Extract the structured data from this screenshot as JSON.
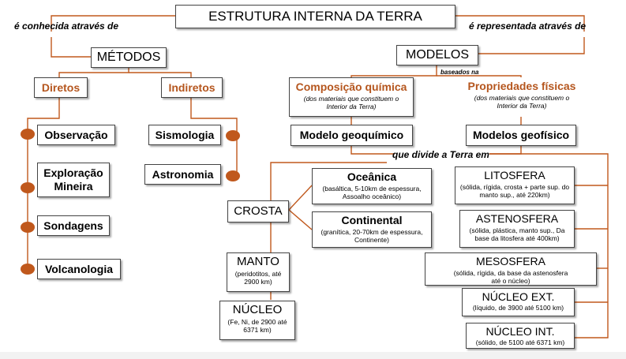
{
  "title": "ESTRUTURA INTERNA DA TERRA",
  "left_link": "é conhecida através de",
  "right_link": "é representada através de",
  "metodos": {
    "label": "MÉTODOS",
    "diretos": "Diretos",
    "indiretos": "Indiretos",
    "diretos_items": [
      "Observação",
      "Exploração Mineira",
      "Sondagens",
      "Volcanologia"
    ],
    "indiretos_items": [
      "Sismologia",
      "Astronomia"
    ]
  },
  "modelos": {
    "label": "MODELOS",
    "baseados": "baseados na",
    "composicao": {
      "title": "Composição química",
      "sub": "(dos materiais que constituem o Interior da Terra)"
    },
    "propriedades": {
      "title": "Propriedades físicas",
      "sub": "(dos materiais que constituem o Interior da Terra)"
    },
    "geoquimico": "Modelo geoquímico",
    "geofisico": "Modelos geofísico",
    "divide": "que divide a Terra em"
  },
  "geoquimico_layers": {
    "crosta": "CROSTA",
    "oceanica": {
      "title": "Oceânica",
      "sub": "(basáltica, 5-10km de espessura, Assoalho oceânico)"
    },
    "continental": {
      "title": "Continental",
      "sub": "(granítica, 20-70km de espessura, Continente)"
    },
    "manto": {
      "title": "MANTO",
      "sub": "(peridotitos, até 2900 km)"
    },
    "nucleo": {
      "title": "NÚCLEO",
      "sub": "(Fe, Ni, de 2900 até 6371 km)"
    }
  },
  "geofisico_layers": [
    {
      "title": "LITOSFERA",
      "sub": "(sólida, rígida, crosta + parte sup. do manto sup., até 220km)"
    },
    {
      "title": "ASTENOSFERA",
      "sub": "(sólida, plástica, manto sup., Da base da litosfera até 400km)"
    },
    {
      "title": "MESOSFERA",
      "sub": "(sólida, rígida, da base da astenosfera até o núcleo)"
    },
    {
      "title": "NÚCLEO EXT.",
      "sub": "(líquido, de 3900 até 5100 km)"
    },
    {
      "title": "NÚCLEO INT.",
      "sub": "(sólido, de 5100 até 6371 km)"
    }
  ],
  "colors": {
    "accent": "#b5561e",
    "dot": "#c0581c",
    "line": "#c0581c"
  }
}
